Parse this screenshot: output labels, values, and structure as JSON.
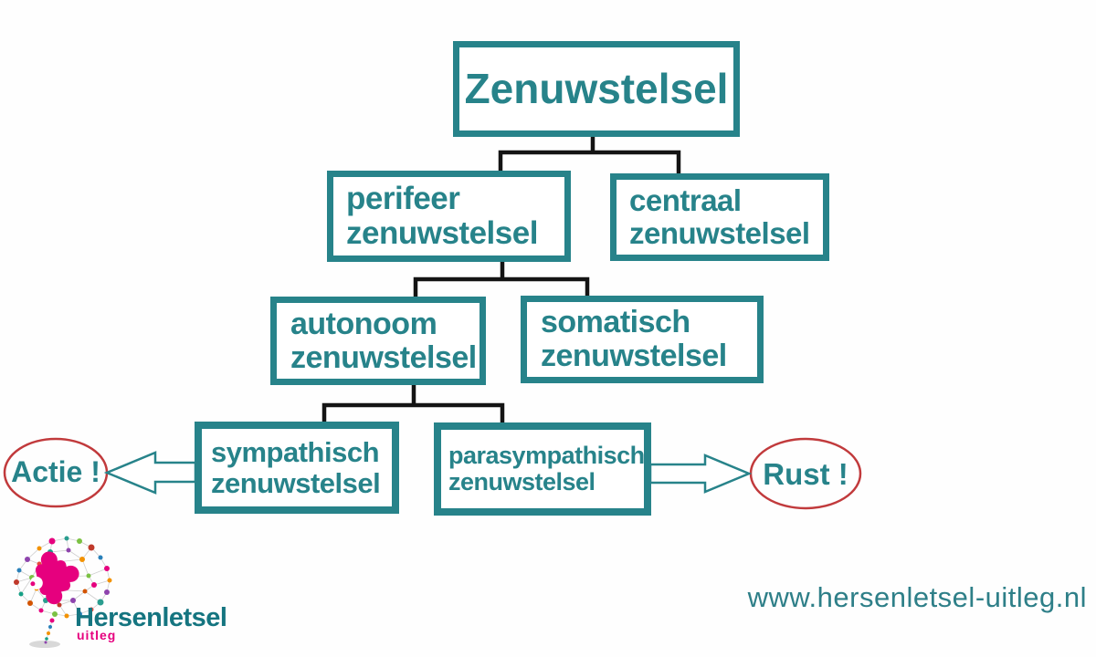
{
  "nodes": {
    "root": "Zenuwstelsel",
    "perifeer": "perifeer\nzenuwstelsel",
    "centraal": "centraal\nzenuwstelsel",
    "autonoom": "autonoom\nzenuwstelsel",
    "somatisch": "somatisch\nzenuwstelsel",
    "sympathisch": "sympathisch\nzenuwstelsel",
    "parasympathisch": "parasympathisch\nzenuwstelsel"
  },
  "annotations": {
    "action_label": "Actie !",
    "rest_label": "Rust !"
  },
  "logo": {
    "title": "Hersenletsel",
    "subtitle": "uitleg"
  },
  "footer": {
    "website": "www.hersenletsel-uitleg.nl"
  },
  "colors": {
    "box_teal": "#27838a",
    "connector_black": "#141414",
    "ellipse_red": "#c13a3c",
    "logo_teal": "#157580",
    "logo_pink": "#e6007e",
    "url_teal": "#2e7f88"
  }
}
